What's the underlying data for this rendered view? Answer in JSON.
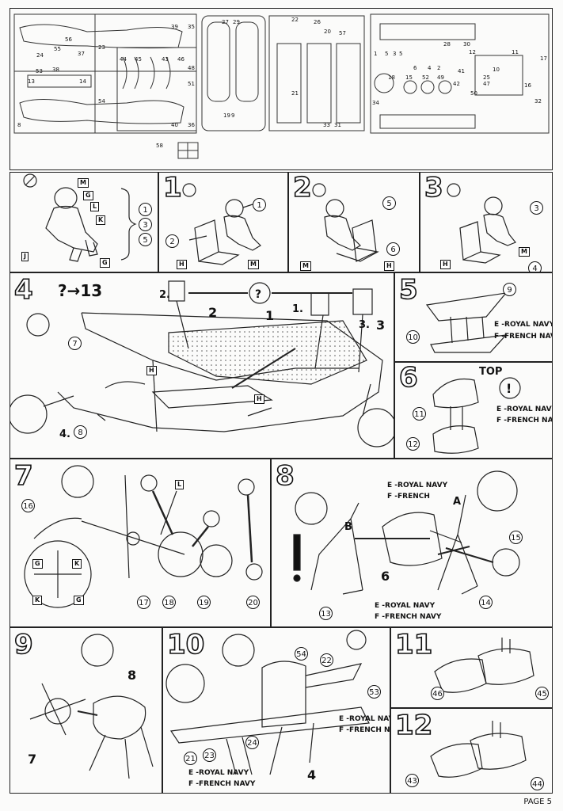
{
  "page_label": "PAGE 5",
  "sprue": {
    "part_numbers_left": [
      "56",
      "55",
      "37",
      "24",
      "23",
      "53",
      "38",
      "13",
      "14",
      "54",
      "8",
      "44",
      "45",
      "43",
      "46",
      "48",
      "51",
      "40",
      "36",
      "39",
      "35",
      "27",
      "29",
      "19",
      "9",
      "22",
      "26",
      "20",
      "57",
      "21",
      "33",
      "31",
      "28",
      "30",
      "12",
      "11",
      "17",
      "18",
      "15",
      "52",
      "49",
      "41",
      "25",
      "47",
      "10",
      "16",
      "42",
      "50",
      "34",
      "32",
      "58",
      "6",
      "5",
      "4",
      "3",
      "1",
      "2"
    ]
  },
  "figure_section": {
    "labels": [
      "M",
      "G",
      "L",
      "K",
      "J",
      "G"
    ],
    "bracket_numbers": [
      "1",
      "3",
      "5"
    ]
  },
  "steps": [
    {
      "id": "1",
      "parts": [
        "1",
        "2"
      ],
      "tags": [
        "H",
        "M"
      ]
    },
    {
      "id": "2",
      "parts": [
        "5",
        "6"
      ],
      "tags": [
        "M",
        "H"
      ]
    },
    {
      "id": "3",
      "parts": [
        "3",
        "4"
      ],
      "tags": [
        "H",
        "M"
      ]
    },
    {
      "id": "4",
      "header": "?→13",
      "parts": [
        "7",
        "8",
        "1.",
        "2.",
        "2",
        "1",
        "3.",
        "3",
        "4."
      ],
      "tags": [
        "H",
        "H"
      ]
    },
    {
      "id": "5",
      "parts": [
        "9",
        "10"
      ],
      "variants": [
        "E -ROYAL NAVY",
        "F -FRENCH NAVY"
      ]
    },
    {
      "id": "6",
      "parts": [
        "11",
        "12"
      ],
      "top_label": "TOP",
      "variants": [
        "E -ROYAL NAVY",
        "F -FRENCH NAVY"
      ]
    },
    {
      "id": "7",
      "parts": [
        "16",
        "17",
        "18",
        "19",
        "20"
      ],
      "tags": [
        "L",
        "G",
        "K",
        "K",
        "G"
      ]
    },
    {
      "id": "8",
      "parts": [
        "13",
        "6",
        "14",
        "15"
      ],
      "letters": [
        "A",
        "B"
      ],
      "variants_top": [
        "E -ROYAL NAVY",
        "F -FRENCH"
      ],
      "variants_bottom": [
        "E -ROYAL NAVY",
        "F -FRENCH NAVY"
      ]
    },
    {
      "id": "9",
      "parts": [
        "7",
        "8"
      ]
    },
    {
      "id": "10",
      "parts": [
        "54",
        "22",
        "53",
        "21",
        "23",
        "24",
        "4"
      ],
      "variants_right": [
        "E -ROYAL NAVY",
        "F -FRENCH NAVY"
      ],
      "variants_left": [
        "E -ROYAL NAVY",
        "F -FRENCH NAVY"
      ]
    },
    {
      "id": "11",
      "parts": [
        "46",
        "45"
      ]
    },
    {
      "id": "12",
      "parts": [
        "43",
        "44"
      ]
    }
  ]
}
